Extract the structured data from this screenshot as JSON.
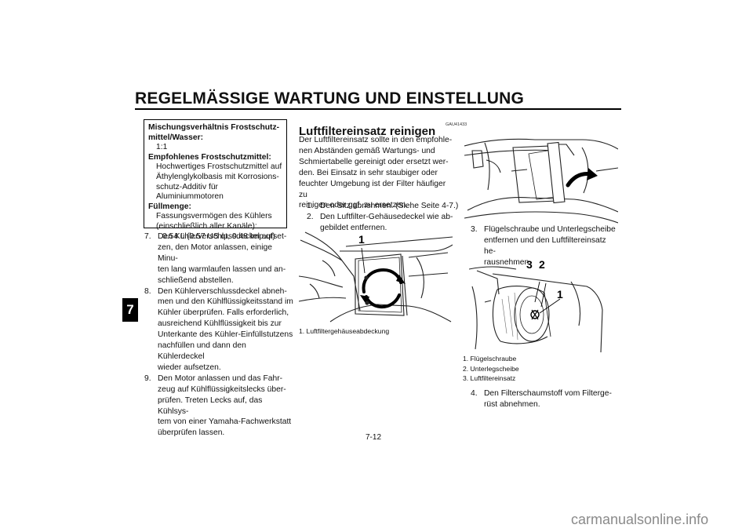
{
  "header": {
    "title": "REGELMÄSSIGE WARTUNG UND EINSTELLUNG"
  },
  "chapter_tab": "7",
  "spec_box": {
    "lines": [
      {
        "text": "Mischungsverhältnis Frostschutz-",
        "style": "b"
      },
      {
        "text": "mittel/Wasser:",
        "style": "b"
      },
      {
        "text": "1:1",
        "style": "ind"
      },
      {
        "text": "Empfohlenes Frostschutzmittel:",
        "style": "b"
      },
      {
        "text": "Hochwertiges Frostschutzmittel auf",
        "style": "ind"
      },
      {
        "text": "Äthylenglykolbasis mit Korrosions-",
        "style": "ind"
      },
      {
        "text": "schutz-Additiv für Aluminiummotoren",
        "style": "ind"
      },
      {
        "text": "Füllmenge:",
        "style": "b"
      },
      {
        "text": "Fassungsvermögen des Kühlers",
        "style": "ind"
      },
      {
        "text": "(einschließlich aller Kanäle):",
        "style": "ind"
      },
      {
        "text": "0.54 L (0.57 US qt, 0.48 Imp.qt)",
        "style": "ind2"
      }
    ]
  },
  "left_steps": [
    {
      "num": "7.",
      "lines": [
        "Den Kühlerverschlussdeckel aufset-",
        "zen, den Motor anlassen, einige Minu-",
        "ten lang warmlaufen lassen und an-",
        "schließend abstellen."
      ]
    },
    {
      "num": "8.",
      "lines": [
        "Den Kühlerverschlussdeckel abneh-",
        "men und den Kühlflüssigkeitsstand im",
        "Kühler überprüfen. Falls erforderlich,",
        "ausreichend Kühlflüssigkeit bis zur",
        "Unterkante des Kühler-Einfüllstutzens",
        "nachfüllen und dann den Kühlerdeckel",
        "wieder aufsetzen."
      ]
    },
    {
      "num": "9.",
      "lines": [
        "Den Motor anlassen und das Fahr-",
        "zeug auf Kühlflüssigkeitslecks über-",
        "prüfen. Treten Lecks auf, das Kühlsys-",
        "tem von einer Yamaha-Fachwerkstatt",
        "überprüfen lassen."
      ]
    }
  ],
  "middle": {
    "code": "GAU41433",
    "title": "Luftfiltereinsatz reinigen",
    "intro": [
      "Der Luftfiltereinsatz sollte in den empfohle-",
      "nen Abständen gemäß Wartungs- und",
      "Schmiertabelle gereinigt oder ersetzt wer-",
      "den. Bei Einsatz in sehr staubiger oder",
      "feuchter Umgebung ist der Filter häufiger zu",
      "reinigen oder ggf. zu ersetzen."
    ],
    "steps": [
      {
        "num": "1.",
        "lines": [
          "Den Sitz abnehmen. (Siehe Seite 4-7.)"
        ]
      },
      {
        "num": "2.",
        "lines": [
          "Den Luftfilter-Gehäusedeckel wie ab-",
          "gebildet entfernen."
        ]
      }
    ],
    "figure_callout": "1",
    "caption": "1. Luftfiltergehäuseabdeckung"
  },
  "right": {
    "step3": {
      "num": "3.",
      "lines": [
        "Flügelschraube und Unterlegscheibe",
        "entfernen und den Luftfiltereinsatz he-",
        "rausnehmen."
      ]
    },
    "figure_callouts": [
      "3",
      "2",
      "1"
    ],
    "captions": [
      "1. Flügelschraube",
      "2. Unterlegscheibe",
      "3. Luftfiltereinsatz"
    ],
    "step4": {
      "num": "4.",
      "lines": [
        "Den Filterschaumstoff vom Filterge-",
        "rüst abnehmen."
      ]
    }
  },
  "page_number": "7-12",
  "watermark": "carmanualsonline.info"
}
